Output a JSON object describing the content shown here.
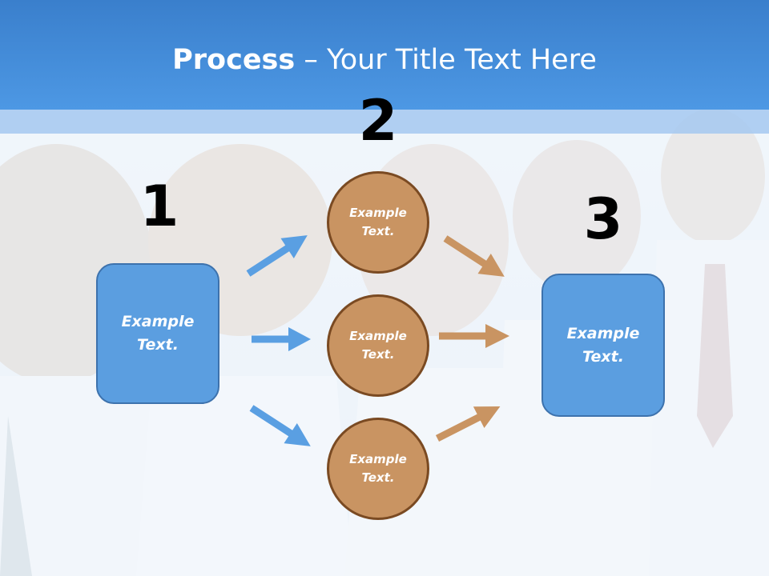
{
  "title": {
    "bold": "Process",
    "rest": " – Your Title Text Here"
  },
  "steps": [
    {
      "number": "1",
      "label": "Example\nText."
    },
    {
      "number": "2",
      "label": "Example\nText."
    },
    {
      "number": "3",
      "label": "Example\nText."
    }
  ],
  "middle_nodes": [
    {
      "label": "Example\nText."
    },
    {
      "label": "Example\nText."
    },
    {
      "label": "Example\nText."
    }
  ],
  "colors": {
    "header": "#4a92de",
    "box": "#5b9ee0",
    "circle": "#c99462",
    "arrow_blue": "#5a9fe2",
    "arrow_brown": "#c99462"
  }
}
